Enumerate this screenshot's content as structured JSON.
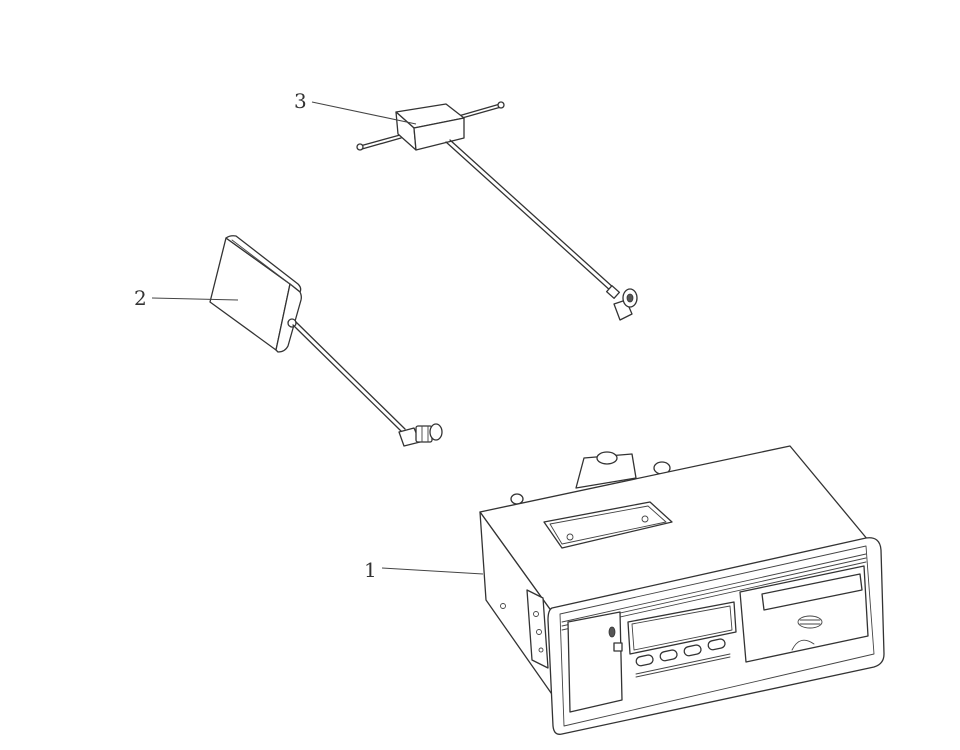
{
  "diagram": {
    "type": "exploded-parts-drawing",
    "background": "#ffffff",
    "line_color": "#333333",
    "callouts": [
      {
        "id": 1,
        "label": "1",
        "part": "main unit (tachograph / recorder)"
      },
      {
        "id": 2,
        "label": "2",
        "part": "antenna module with cable and angled connector"
      },
      {
        "id": 3,
        "label": "3",
        "part": "antenna box with rod antennas, cable and angled connector"
      }
    ],
    "main_unit": {
      "buttons_count": 4,
      "has_display": true,
      "has_printer_slot": true,
      "has_speaker_grille": true
    }
  }
}
